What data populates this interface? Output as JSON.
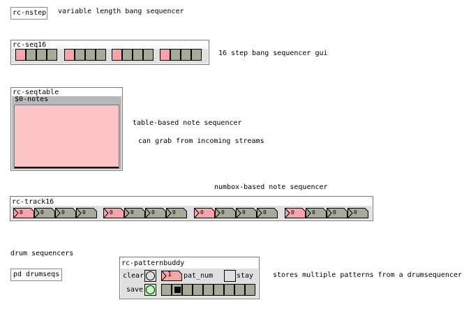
{
  "objects": {
    "nstep": {
      "label": "rc-nstep",
      "comment": "variable length bang sequencer"
    },
    "seq16": {
      "label": "rc-seq16",
      "comment": "16 step bang sequencer gui",
      "steps": 16,
      "group_size": 4,
      "active_steps": [
        0,
        4,
        8,
        12
      ]
    },
    "seqtable": {
      "label": "rc-seqtable",
      "array_name": "$0-notes",
      "comments": [
        "table-based note sequencer",
        "can grab from incoming streams"
      ]
    },
    "track16": {
      "label": "rc-track16",
      "comment": "numbox-based note sequencer",
      "values": [
        "0",
        "0",
        "0",
        "0",
        "0",
        "0",
        "0",
        "0",
        "0",
        "0",
        "0",
        "0",
        "0",
        "0",
        "0",
        "0"
      ],
      "active_steps": [
        0,
        4,
        8,
        12
      ]
    },
    "drums": {
      "comment": "drum sequencers",
      "subpatch": "pd drumseqs"
    },
    "patternbuddy": {
      "label": "rc-patternbuddy",
      "clear_label": "clear",
      "save_label": "save",
      "pat_num_value": "1",
      "pat_num_label": "pat_num",
      "stay_label": "stay",
      "steps": 9,
      "current_step": 1,
      "comment": "stores multiple patterns from a drumsequencer"
    }
  },
  "colors": {
    "active": "#f7a3a8",
    "cell": "#a9a99a",
    "table": "#fcc4c6",
    "save_bang": "#c4fcc4",
    "band": "#e0e0e0"
  }
}
